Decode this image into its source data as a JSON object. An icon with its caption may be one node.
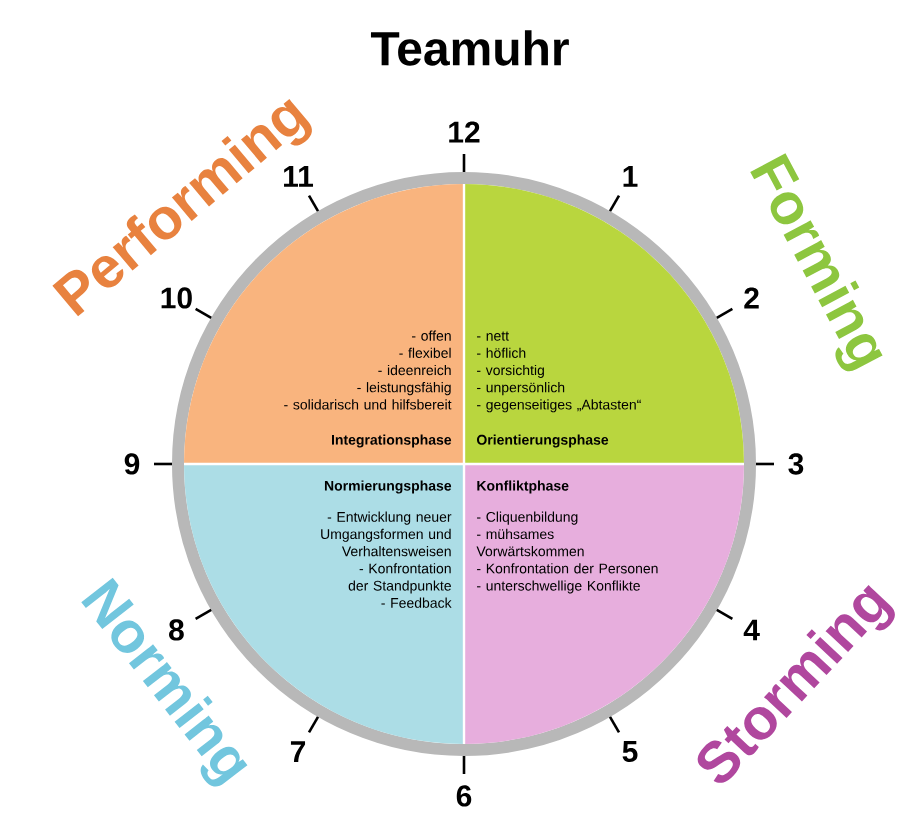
{
  "diagram": {
    "title": "Teamuhr",
    "nodes": [
      {
        "text": [
          "- offen",
          "- flexibel",
          "- ideenreich",
          "- leistungsfähig",
          "- solidarisch und hilfsbereit",
          "Integrationsphase"
        ]
      },
      {
        "text": [
          "- nett",
          "- höflich",
          "- vorsichtig",
          "- unpersönlich",
          "- gegenseitiges „Abtasten“",
          "Orientierungsphase"
        ]
      },
      {
        "text": [
          "Normierungsphase",
          "- Entwicklung neuer Umgangsformen und Verhaltensweisen",
          "- Konfrontation der Standpunkte",
          "- Feedback"
        ]
      },
      {
        "text": [
          "Konfliktphase",
          "- Cliquenbildung",
          "- mühsames Vorwärtskommen",
          "- Konfrontation der Personen",
          "- unterschwellige Konflikte"
        ]
      }
    ],
    "labels": [
      "12",
      "11",
      "1",
      "Performing",
      "Forming",
      "10",
      "2",
      "9",
      "3",
      "8",
      "4",
      "7",
      "5",
      "Norming",
      "Storming",
      "6"
    ]
  }
}
